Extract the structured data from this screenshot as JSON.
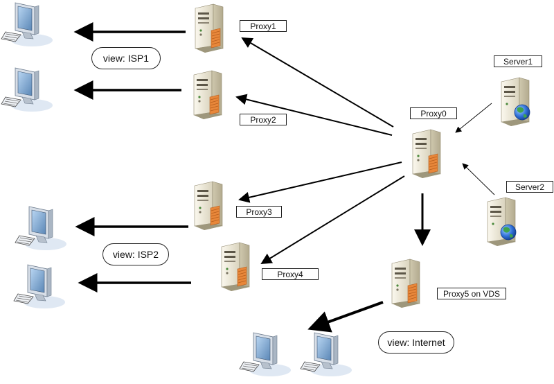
{
  "labels": {
    "proxy0": "Proxy0",
    "proxy1": "Proxy1",
    "proxy2": "Proxy2",
    "proxy3": "Proxy3",
    "proxy4": "Proxy4",
    "proxy5": "Proxy5 on VDS",
    "server1": "Server1",
    "server2": "Server2"
  },
  "views": {
    "isp1": "view: ISP1",
    "isp2": "view: ISP2",
    "internet": "view: Internet"
  },
  "icons": {
    "server": "server-tower-icon",
    "web_server": "web-server-globe-icon",
    "workstation": "desktop-computer-icon"
  },
  "colors": {
    "arrow": "#000000",
    "globe": "#2f6fd8",
    "server_body": "#ece7d6",
    "server_vent": "#e8873a"
  }
}
